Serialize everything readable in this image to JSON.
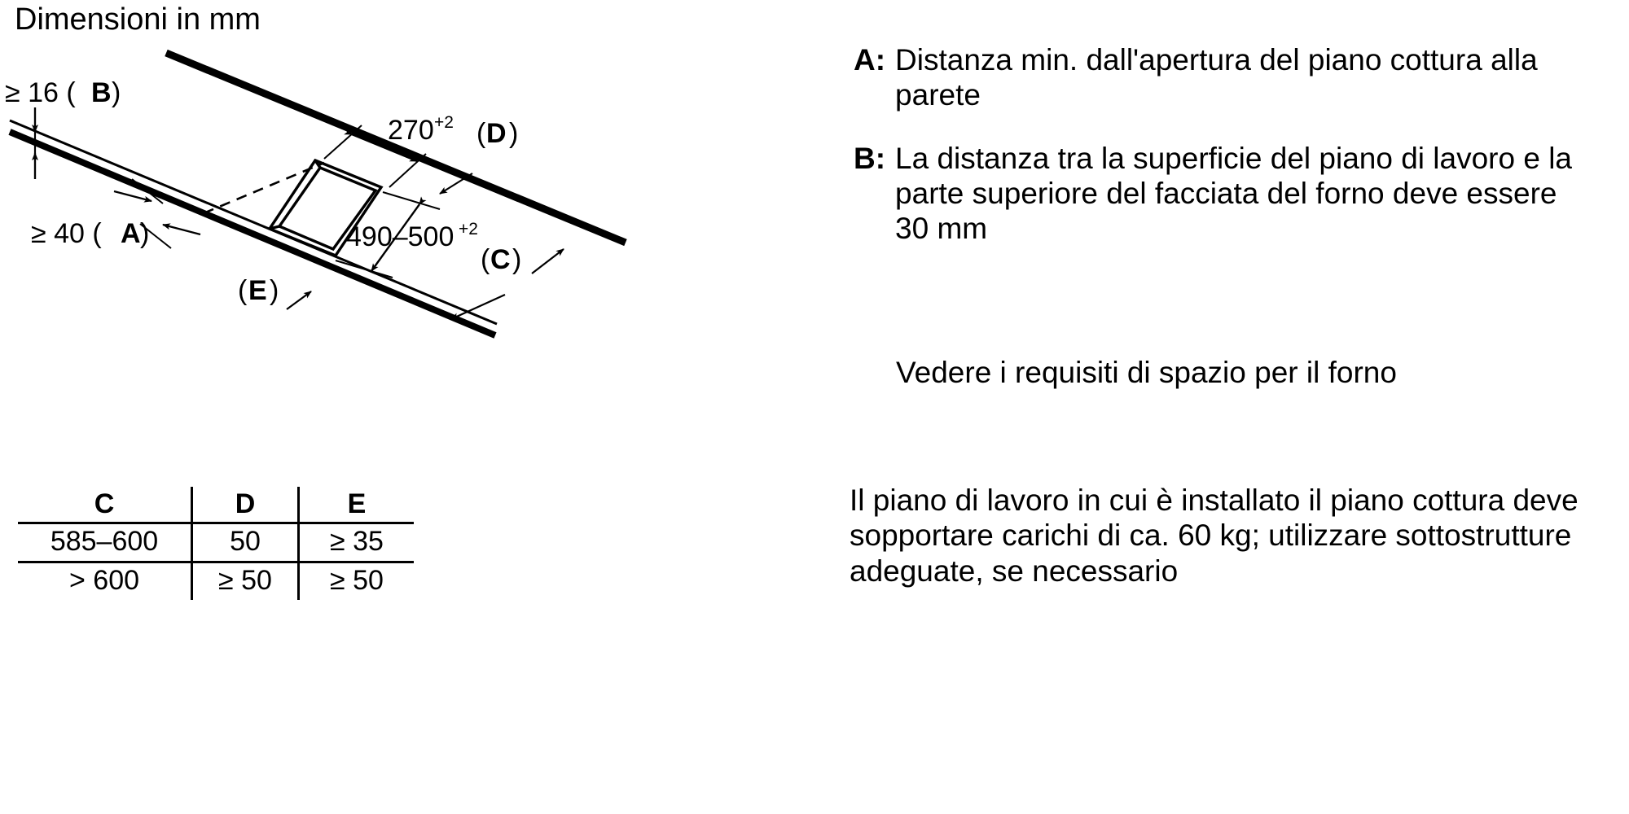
{
  "heading": "Dimensioni in mm",
  "diagram": {
    "labels": {
      "b_thickness": "≥ 16 (",
      "b_letter": "B",
      "b_close": ")",
      "a_clearance": "≥ 40 (",
      "a_letter": "A",
      "a_close": ")",
      "cutout_width": "270",
      "cutout_width_tol": "+2",
      "cutout_depth": "490–500",
      "cutout_depth_tol": "+2",
      "c_open": "(",
      "c_letter": "C",
      "c_close": ")",
      "d_open": "(",
      "d_letter": "D",
      "d_close": ")",
      "e_open": "(",
      "e_letter": "E",
      "e_close": ")"
    }
  },
  "table": {
    "headers": [
      "C",
      "D",
      "E"
    ],
    "rows": [
      [
        "585–600",
        "50",
        "≥ 35"
      ],
      [
        "> 600",
        "≥ 50",
        "≥ 50"
      ]
    ]
  },
  "notes": {
    "a_key": "A:",
    "a_text": "Distanza min. dall'apertura del piano cottura alla parete",
    "b_key": "B:",
    "b_text": "La distanza tra la superficie del piano di lavoro e la parte superiore del facciata del forno deve essere 30 mm",
    "see_oven": "Vedere i requisiti di spazio per il forno",
    "load_text": "Il piano di lavoro in cui è installato il piano cottura deve sopportare carichi di ca. 60 kg; utilizzare sottostrutture adeguate, se necessario"
  },
  "colors": {
    "ink": "#000000",
    "paper": "#ffffff"
  }
}
